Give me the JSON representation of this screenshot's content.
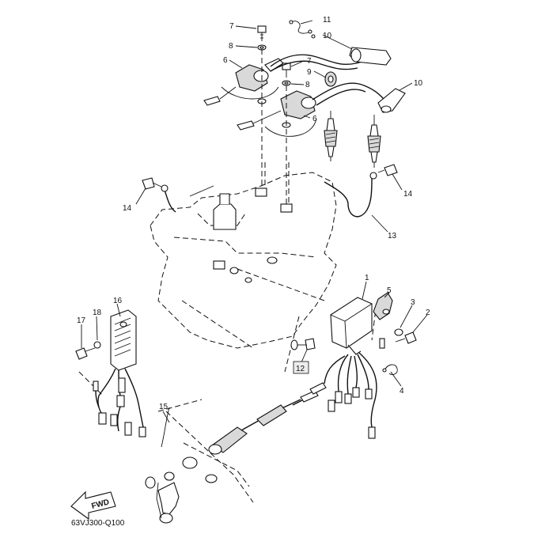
{
  "callouts": {
    "c1": "1",
    "c2": "2",
    "c3": "3",
    "c4": "4",
    "c5": "5",
    "c6a": "6",
    "c6b": "6",
    "c7a": "7",
    "c7b": "7",
    "c8a": "8",
    "c8b": "8",
    "c9": "9",
    "c10a": "10",
    "c10b": "10",
    "c11": "11",
    "c12": "12",
    "c13": "13",
    "c14a": "14",
    "c14b": "14",
    "c15": "15",
    "c16": "16",
    "c17": "17",
    "c18": "18"
  },
  "fwd_label": "FWD",
  "diagram_code": "63VJ300-Q100"
}
